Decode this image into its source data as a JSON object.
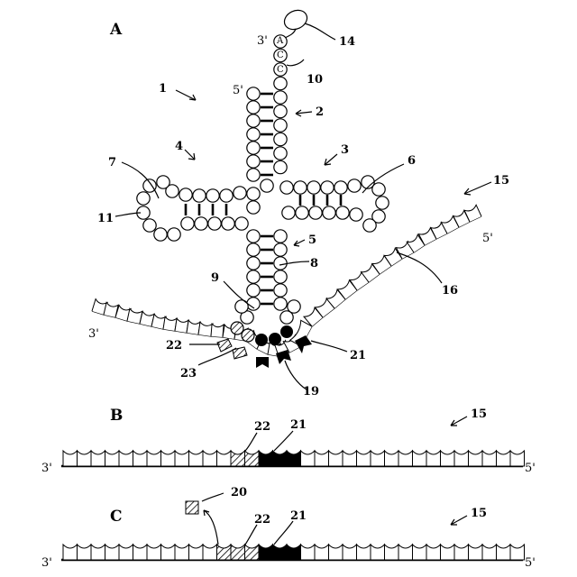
{
  "panels": {
    "a": "A",
    "b": "B",
    "c": "C"
  },
  "labels": {
    "n1": "1",
    "n2": "2",
    "n3": "3",
    "n4": "4",
    "n5": "5",
    "n6": "6",
    "n7": "7",
    "n8": "8",
    "n9": "9",
    "n10": "10",
    "n11": "11",
    "n14": "14",
    "n15": "15",
    "n16": "16",
    "n19": "19",
    "n20": "20",
    "n21": "21",
    "n22": "22",
    "n23": "23"
  },
  "b_labels": {
    "n15": "15",
    "n21": "21",
    "n22": "22"
  },
  "c_labels": {
    "n15": "15",
    "n21": "21",
    "n22": "22"
  },
  "ends": {
    "three": "3'",
    "five": "5'"
  },
  "trna_ends": {
    "three": "3'",
    "five": "5'"
  },
  "bases": {
    "a": "A",
    "c1": "C",
    "c2": "C"
  },
  "colors": {
    "ink": "#000000",
    "paper": "#ffffff"
  }
}
